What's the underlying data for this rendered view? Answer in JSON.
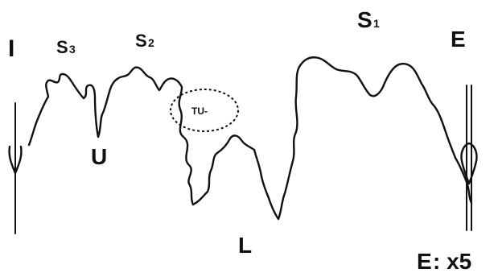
{
  "labels": {
    "I": "I",
    "S3": "S",
    "S3_sub": "3",
    "S2": "S",
    "S2_sub": "2",
    "S1": "S",
    "S1_sub": "1",
    "E": "E",
    "U": "U",
    "L": "L",
    "TU": "TU-",
    "scale_prefix": "E",
    "scale_value": ": x5"
  }
}
